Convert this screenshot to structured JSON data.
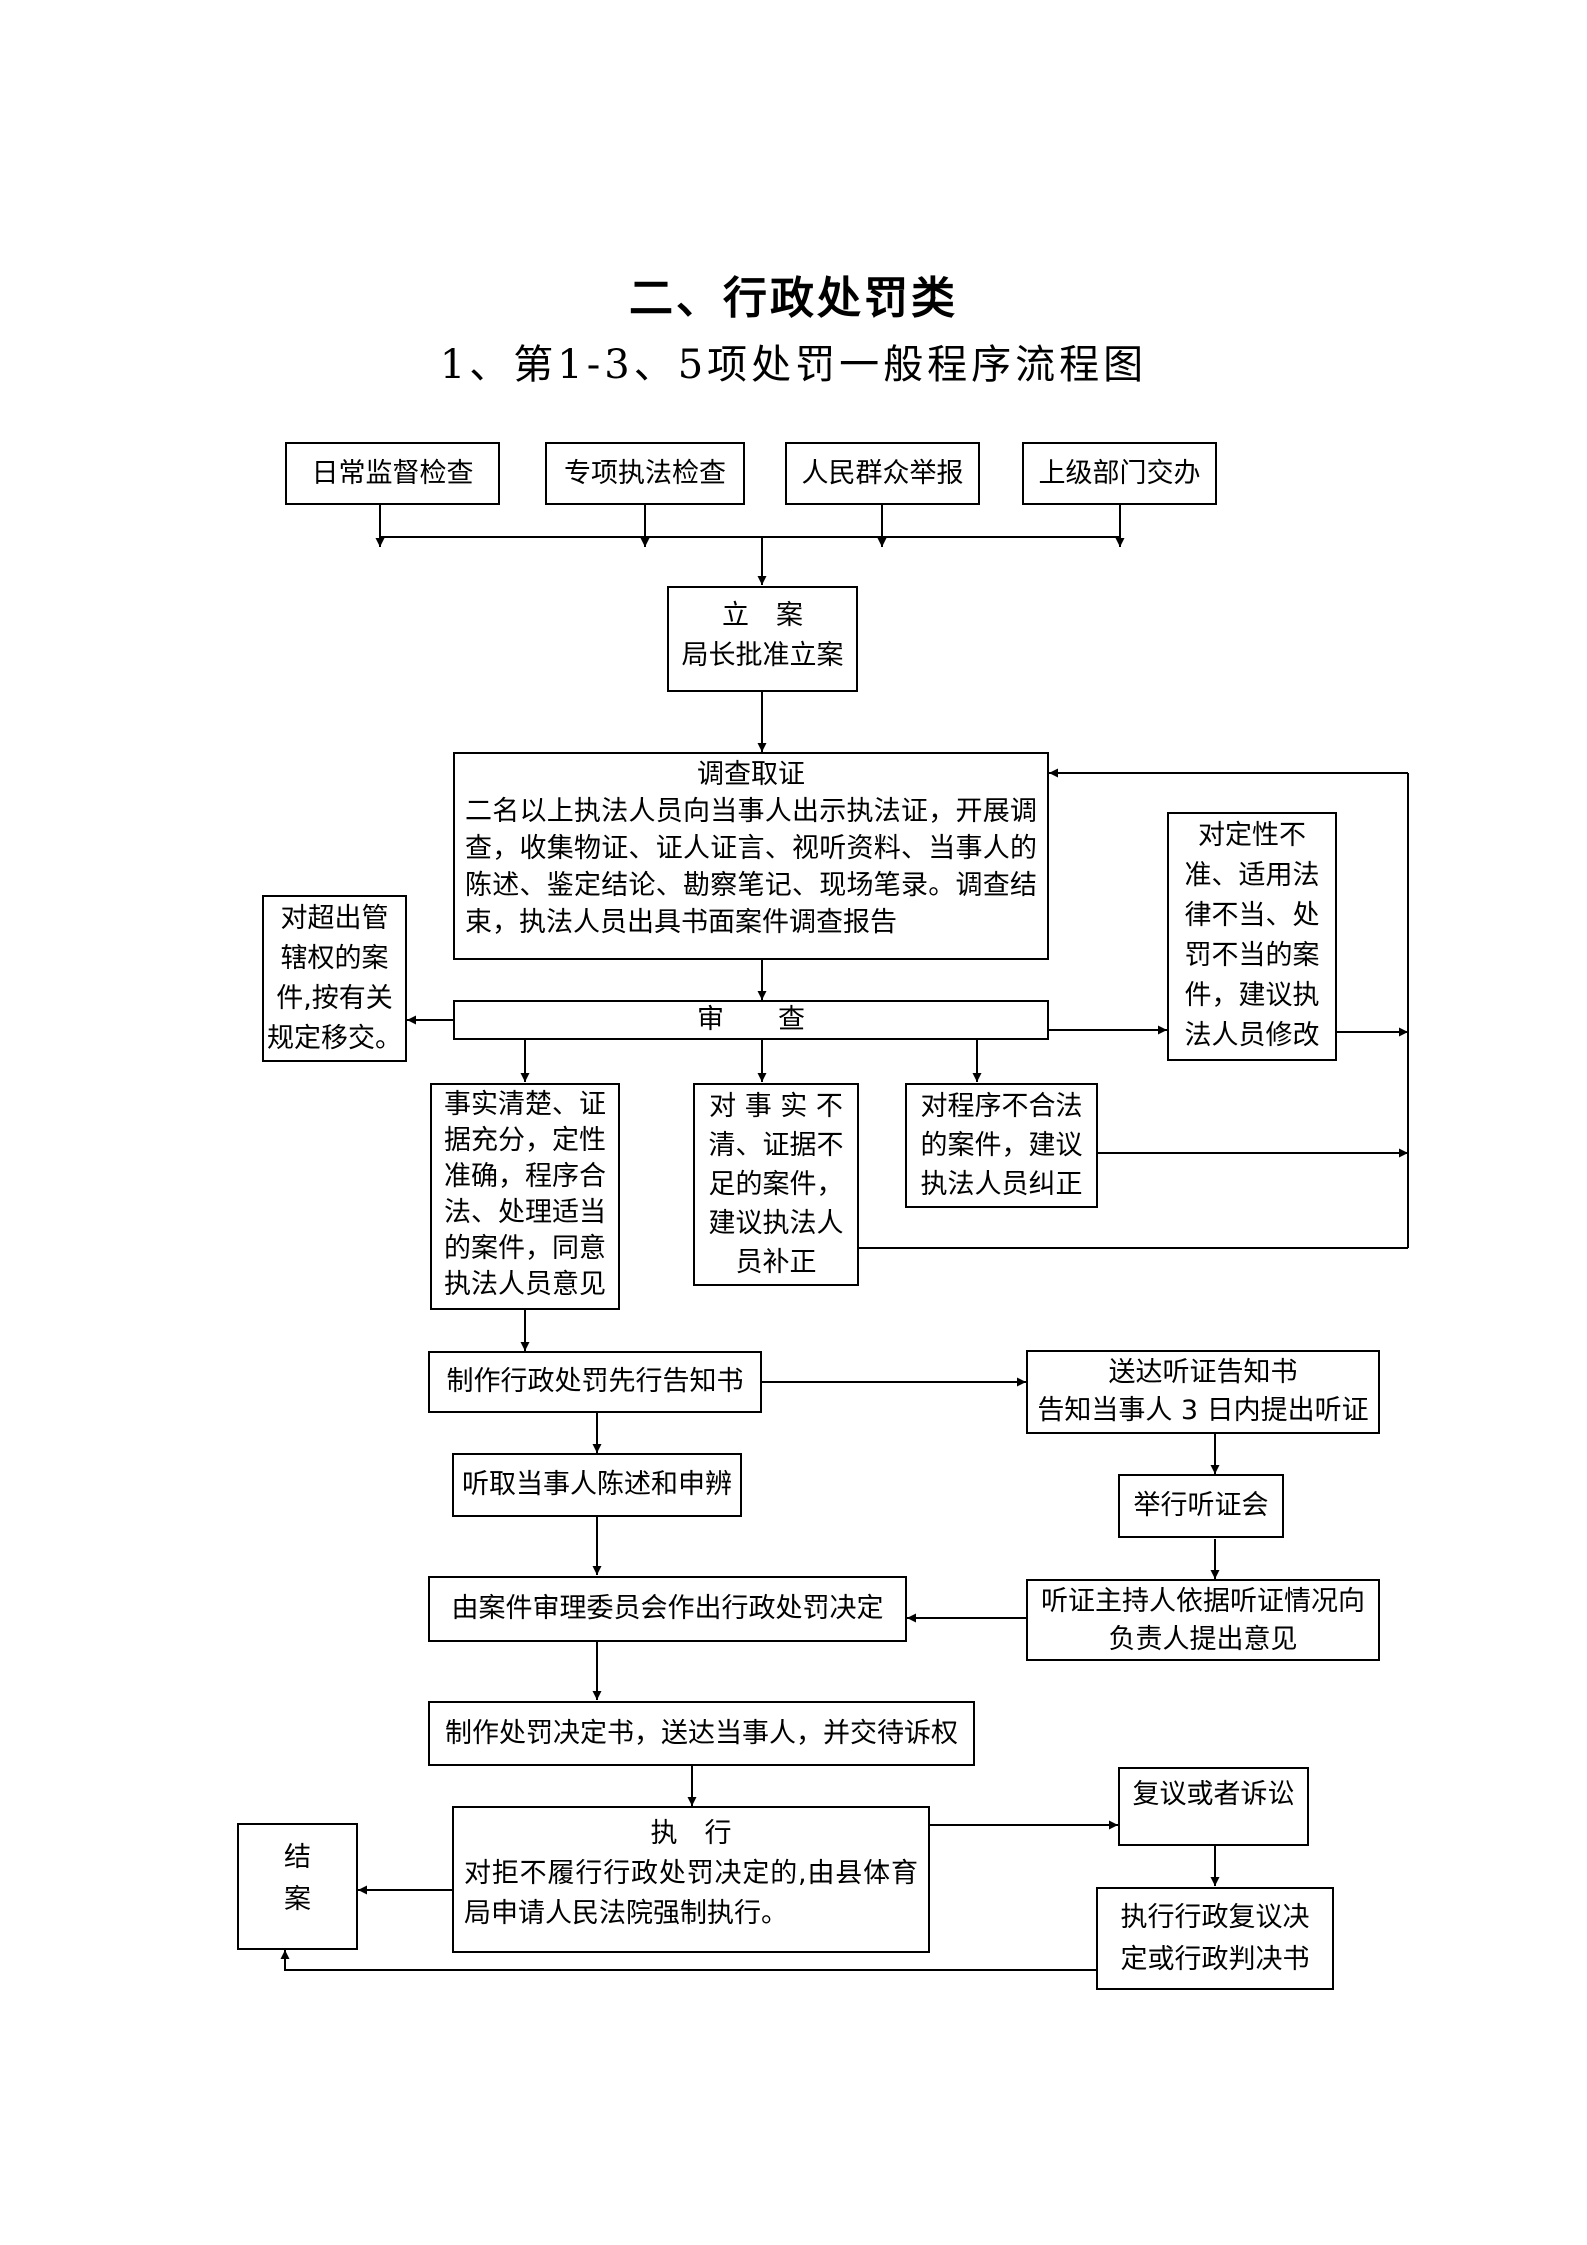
{
  "title": "二、行政处罚类",
  "subtitle": "1、第1-3、5项处罚一般程序流程图",
  "sources": [
    "日常监督检查",
    "专项执法检查",
    "人民群众举报",
    "上级部门交办"
  ],
  "filing": {
    "title": "立　案",
    "body": "局长批准立案"
  },
  "investigation": {
    "title": "调查取证",
    "body": "二名以上执法人员向当事人出示执法证，开展调查，收集物证、证人证言、视听资料、当事人的陈述、鉴定结论、勘察笔记、现场笔录。调查结束，执法人员出具书面案件调查报告"
  },
  "review": "审　　查",
  "transfer": [
    "对超出管",
    "辖权的案",
    "件,按有关",
    "规定移交。"
  ],
  "improper": [
    "对定性不",
    "准、适用法",
    "律不当、处",
    "罚不当的案",
    "件，建议执",
    "法人员修改"
  ],
  "facts_clear": [
    "事实清楚、证",
    "据充分，定性",
    "准确，程序合",
    "法、处理适当",
    "的案件，同意",
    "执法人员意见"
  ],
  "facts_unclear": [
    "对 事 实 不",
    "清、证据不",
    "足的案件，",
    "建议执法人",
    "员补正"
  ],
  "procedure_illegal": [
    "对程序不合法",
    "的案件，建议",
    "执法人员纠正"
  ],
  "notice": "制作行政处罚先行告知书",
  "hearing_notice": [
    "送达听证告知书",
    "告知当事人 3 日内提出听证"
  ],
  "statement": "听取当事人陈述和申辨",
  "hold_hearing": "举行听证会",
  "hearing_opinion": [
    "听证主持人依据听证情况向",
    "负责人提出意见"
  ],
  "decision": "由案件审理委员会作出行政处罚决定",
  "decision_doc": "制作处罚决定书，送达当事人，并交待诉权",
  "execution": {
    "title": "执　行",
    "body": "对拒不履行行政处罚决定的,由县体育局申请人民法院强制执行。"
  },
  "close": [
    "结",
    "案"
  ],
  "appeal": "复议或者诉讼",
  "appeal_result": [
    "执行行政复议决",
    "定或行政判决书"
  ]
}
